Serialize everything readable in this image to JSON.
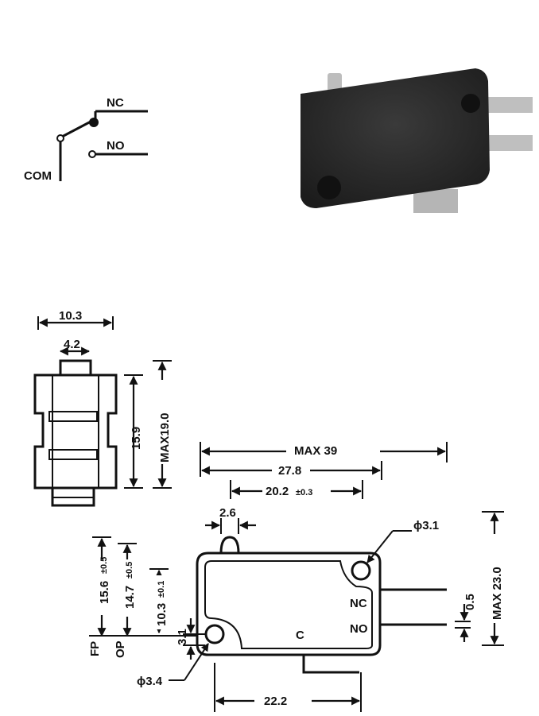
{
  "schematic": {
    "nc_label": "NC",
    "no_label": "NO",
    "com_label": "COM"
  },
  "photo": {
    "body_color": "#2b2b2b",
    "terminal_color": "#b9b9b9"
  },
  "front_view": {
    "width_dim": "10.3",
    "plunger_dim": "4.2",
    "inner_height_dim": "15.9",
    "max_height_dim": "MAX19.0"
  },
  "side_view": {
    "max_length_dim": "MAX 39",
    "length_dim": "27.8",
    "hole_spacing_dim": "20.2",
    "hole_spacing_tol": "±0.3",
    "plunger_dim": "2.6",
    "hole_small_dim": "ϕ3.1",
    "hole_large_dim": "ϕ3.4",
    "fp_dim": "15.6",
    "fp_tol": "±0.5",
    "op_dim": "14.7",
    "op_tol": "±0.5",
    "hole_height_dim": "10.3",
    "hole_height_tol": "±0.1",
    "hole_offset_dim": "3.1",
    "fp_label": "FP",
    "op_label": "OP",
    "terminal_gap_dim": "0.5",
    "max_height_dim": "MAX 23.0",
    "terminal_nc": "NC",
    "terminal_no": "NO",
    "terminal_c": "C",
    "bottom_dim": "22.2"
  }
}
